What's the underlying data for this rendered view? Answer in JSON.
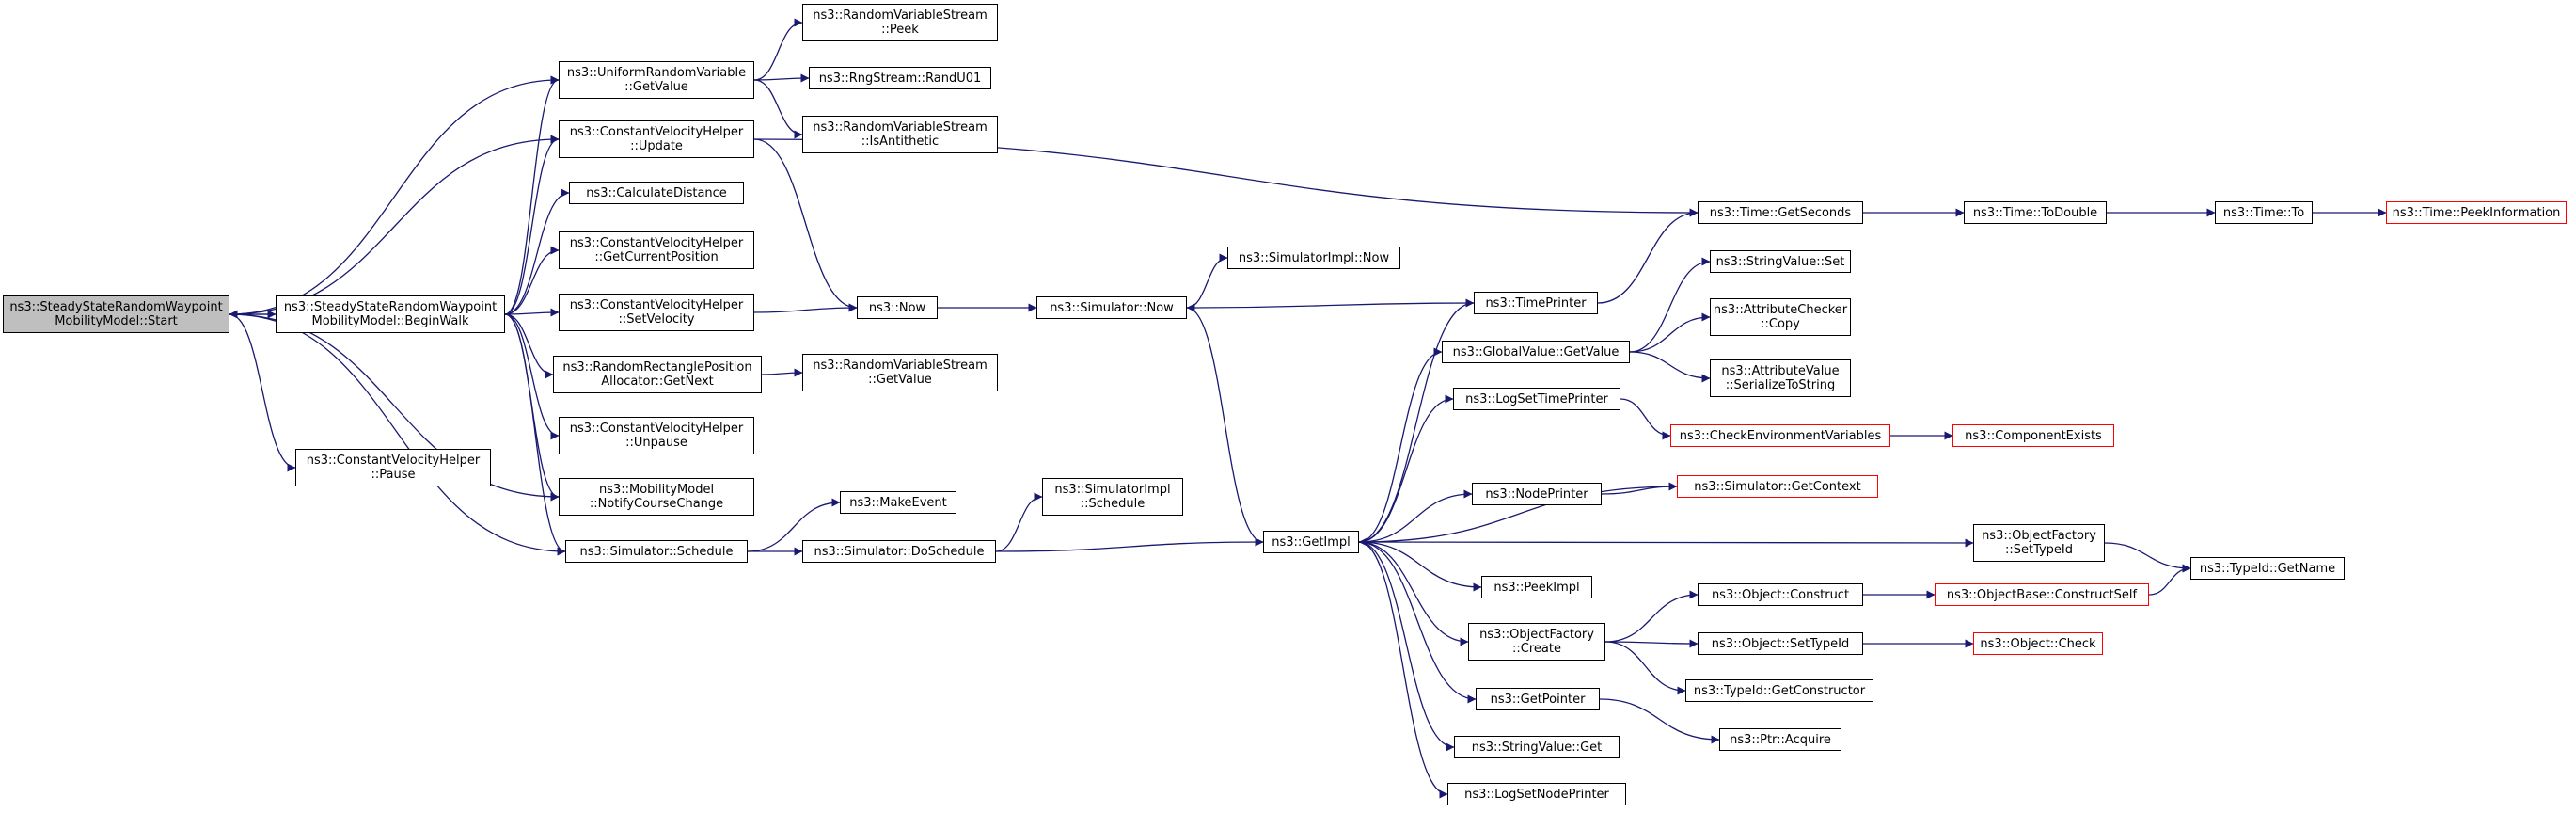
{
  "colors": {
    "edge": "#191970",
    "node_border": "#000000",
    "truncated_border": "#ff0000",
    "root_fill": "#bfbfbf",
    "background": "#ffffff"
  },
  "nodes": [
    {
      "id": "start",
      "lines": [
        "ns3::SteadyStateRandomWaypoint",
        "MobilityModel::Start"
      ],
      "style": "root"
    },
    {
      "id": "beginwalk",
      "lines": [
        "ns3::SteadyStateRandomWaypoint",
        "MobilityModel::BeginWalk"
      ],
      "style": "normal"
    },
    {
      "id": "pause",
      "lines": [
        "ns3::ConstantVelocityHelper",
        "::Pause"
      ],
      "style": "normal"
    },
    {
      "id": "urv",
      "lines": [
        "ns3::UniformRandomVariable",
        "::GetValue"
      ],
      "style": "normal"
    },
    {
      "id": "cvh_update",
      "lines": [
        "ns3::ConstantVelocityHelper",
        "::Update"
      ],
      "style": "normal"
    },
    {
      "id": "calcdist",
      "lines": [
        "ns3::CalculateDistance"
      ],
      "style": "normal"
    },
    {
      "id": "cvh_getpos",
      "lines": [
        "ns3::ConstantVelocityHelper",
        "::GetCurrentPosition"
      ],
      "style": "normal"
    },
    {
      "id": "cvh_setvel",
      "lines": [
        "ns3::ConstantVelocityHelper",
        "::SetVelocity"
      ],
      "style": "normal"
    },
    {
      "id": "rrpa",
      "lines": [
        "ns3::RandomRectanglePosition",
        "Allocator::GetNext"
      ],
      "style": "normal"
    },
    {
      "id": "cvh_unpause",
      "lines": [
        "ns3::ConstantVelocityHelper",
        "::Unpause"
      ],
      "style": "normal"
    },
    {
      "id": "notify",
      "lines": [
        "ns3::MobilityModel",
        "::NotifyCourseChange"
      ],
      "style": "normal"
    },
    {
      "id": "schedule",
      "lines": [
        "ns3::Simulator::Schedule"
      ],
      "style": "normal"
    },
    {
      "id": "rvs_peek",
      "lines": [
        "ns3::RandomVariableStream",
        "::Peek"
      ],
      "style": "normal"
    },
    {
      "id": "randu01",
      "lines": [
        "ns3::RngStream::RandU01"
      ],
      "style": "normal"
    },
    {
      "id": "rvs_anti",
      "lines": [
        "ns3::RandomVariableStream",
        "::IsAntithetic"
      ],
      "style": "normal"
    },
    {
      "id": "now",
      "lines": [
        "ns3::Now"
      ],
      "style": "normal"
    },
    {
      "id": "rvs_getvalue",
      "lines": [
        "ns3::RandomVariableStream",
        "::GetValue"
      ],
      "style": "normal"
    },
    {
      "id": "makeevent",
      "lines": [
        "ns3::MakeEvent"
      ],
      "style": "normal"
    },
    {
      "id": "doschedule",
      "lines": [
        "ns3::Simulator::DoSchedule"
      ],
      "style": "normal"
    },
    {
      "id": "simimpl_sched",
      "lines": [
        "ns3::SimulatorImpl",
        "::Schedule"
      ],
      "style": "normal"
    },
    {
      "id": "simimpl_now",
      "lines": [
        "ns3::SimulatorImpl::Now"
      ],
      "style": "normal"
    },
    {
      "id": "sim_now",
      "lines": [
        "ns3::Simulator::Now"
      ],
      "style": "normal"
    },
    {
      "id": "getimpl",
      "lines": [
        "ns3::GetImpl"
      ],
      "style": "normal"
    },
    {
      "id": "timeprinter",
      "lines": [
        "ns3::TimePrinter"
      ],
      "style": "normal"
    },
    {
      "id": "gv_getvalue",
      "lines": [
        "ns3::GlobalValue::GetValue"
      ],
      "style": "normal"
    },
    {
      "id": "logsettime",
      "lines": [
        "ns3::LogSetTimePrinter"
      ],
      "style": "normal"
    },
    {
      "id": "nodeprinter",
      "lines": [
        "ns3::NodePrinter"
      ],
      "style": "normal"
    },
    {
      "id": "peekimpl",
      "lines": [
        "ns3::PeekImpl"
      ],
      "style": "normal"
    },
    {
      "id": "of_create",
      "lines": [
        "ns3::ObjectFactory",
        "::Create"
      ],
      "style": "normal"
    },
    {
      "id": "getpointer",
      "lines": [
        "ns3::GetPointer"
      ],
      "style": "normal"
    },
    {
      "id": "sv_get",
      "lines": [
        "ns3::StringValue::Get"
      ],
      "style": "normal"
    },
    {
      "id": "logsetnode",
      "lines": [
        "ns3::LogSetNodePrinter"
      ],
      "style": "normal"
    },
    {
      "id": "getseconds",
      "lines": [
        "ns3::Time::GetSeconds"
      ],
      "style": "normal"
    },
    {
      "id": "sv_set",
      "lines": [
        "ns3::StringValue::Set"
      ],
      "style": "normal"
    },
    {
      "id": "ac_copy",
      "lines": [
        "ns3::AttributeChecker",
        "::Copy"
      ],
      "style": "normal"
    },
    {
      "id": "av_ser",
      "lines": [
        "ns3::AttributeValue",
        "::SerializeToString"
      ],
      "style": "normal"
    },
    {
      "id": "checkenv",
      "lines": [
        "ns3::CheckEnvironmentVariables"
      ],
      "style": "red"
    },
    {
      "id": "getcontext",
      "lines": [
        "ns3::Simulator::GetContext"
      ],
      "style": "red"
    },
    {
      "id": "of_settypeid",
      "lines": [
        "ns3::ObjectFactory",
        "::SetTypeId"
      ],
      "style": "normal"
    },
    {
      "id": "obj_construct",
      "lines": [
        "ns3::Object::Construct"
      ],
      "style": "normal"
    },
    {
      "id": "obj_settypeid",
      "lines": [
        "ns3::Object::SetTypeId"
      ],
      "style": "normal"
    },
    {
      "id": "getconstructor",
      "lines": [
        "ns3::TypeId::GetConstructor"
      ],
      "style": "normal"
    },
    {
      "id": "ptr_acquire",
      "lines": [
        "ns3::Ptr::Acquire"
      ],
      "style": "normal"
    },
    {
      "id": "todouble",
      "lines": [
        "ns3::Time::ToDouble"
      ],
      "style": "normal"
    },
    {
      "id": "time_to",
      "lines": [
        "ns3::Time::To"
      ],
      "style": "normal"
    },
    {
      "id": "peekinfo",
      "lines": [
        "ns3::Time::PeekInformation"
      ],
      "style": "red"
    },
    {
      "id": "compexists",
      "lines": [
        "ns3::ComponentExists"
      ],
      "style": "red"
    },
    {
      "id": "ob_constructself",
      "lines": [
        "ns3::ObjectBase::ConstructSelf"
      ],
      "style": "red"
    },
    {
      "id": "obj_check",
      "lines": [
        "ns3::Object::Check"
      ],
      "style": "red"
    },
    {
      "id": "typeid_getname",
      "lines": [
        "ns3::TypeId::GetName"
      ],
      "style": "normal"
    }
  ],
  "edges": [
    [
      "start",
      "beginwalk"
    ],
    [
      "start",
      "urv"
    ],
    [
      "start",
      "cvh_update"
    ],
    [
      "start",
      "pause"
    ],
    [
      "start",
      "notify"
    ],
    [
      "start",
      "schedule"
    ],
    [
      "beginwalk",
      "start"
    ],
    [
      "beginwalk",
      "urv"
    ],
    [
      "beginwalk",
      "cvh_update"
    ],
    [
      "beginwalk",
      "calcdist"
    ],
    [
      "beginwalk",
      "cvh_getpos"
    ],
    [
      "beginwalk",
      "cvh_setvel"
    ],
    [
      "beginwalk",
      "rrpa"
    ],
    [
      "beginwalk",
      "cvh_unpause"
    ],
    [
      "beginwalk",
      "notify"
    ],
    [
      "beginwalk",
      "schedule"
    ],
    [
      "urv",
      "rvs_peek"
    ],
    [
      "urv",
      "randu01"
    ],
    [
      "urv",
      "rvs_anti"
    ],
    [
      "cvh_update",
      "now"
    ],
    [
      "cvh_update",
      "getseconds"
    ],
    [
      "cvh_setvel",
      "now"
    ],
    [
      "rrpa",
      "rvs_getvalue"
    ],
    [
      "schedule",
      "makeevent"
    ],
    [
      "schedule",
      "doschedule"
    ],
    [
      "doschedule",
      "simimpl_sched"
    ],
    [
      "doschedule",
      "getimpl"
    ],
    [
      "now",
      "sim_now"
    ],
    [
      "sim_now",
      "simimpl_now"
    ],
    [
      "sim_now",
      "getimpl"
    ],
    [
      "timeprinter",
      "sim_now"
    ],
    [
      "timeprinter",
      "getseconds"
    ],
    [
      "getimpl",
      "timeprinter"
    ],
    [
      "getimpl",
      "gv_getvalue"
    ],
    [
      "getimpl",
      "logsettime"
    ],
    [
      "getimpl",
      "nodeprinter"
    ],
    [
      "getimpl",
      "peekimpl"
    ],
    [
      "getimpl",
      "of_create"
    ],
    [
      "getimpl",
      "getpointer"
    ],
    [
      "getimpl",
      "sv_get"
    ],
    [
      "getimpl",
      "logsetnode"
    ],
    [
      "getimpl",
      "of_settypeid"
    ],
    [
      "gv_getvalue",
      "sv_set"
    ],
    [
      "gv_getvalue",
      "ac_copy"
    ],
    [
      "gv_getvalue",
      "av_ser"
    ],
    [
      "logsettime",
      "checkenv"
    ],
    [
      "checkenv",
      "compexists"
    ],
    [
      "nodeprinter",
      "getcontext"
    ],
    [
      "getcontext",
      "getimpl"
    ],
    [
      "of_create",
      "obj_construct"
    ],
    [
      "of_create",
      "obj_settypeid"
    ],
    [
      "of_create",
      "getconstructor"
    ],
    [
      "obj_construct",
      "ob_constructself"
    ],
    [
      "obj_settypeid",
      "obj_check"
    ],
    [
      "getpointer",
      "ptr_acquire"
    ],
    [
      "of_settypeid",
      "typeid_getname"
    ],
    [
      "ob_constructself",
      "typeid_getname"
    ],
    [
      "getseconds",
      "todouble"
    ],
    [
      "todouble",
      "time_to"
    ],
    [
      "time_to",
      "peekinfo"
    ]
  ]
}
